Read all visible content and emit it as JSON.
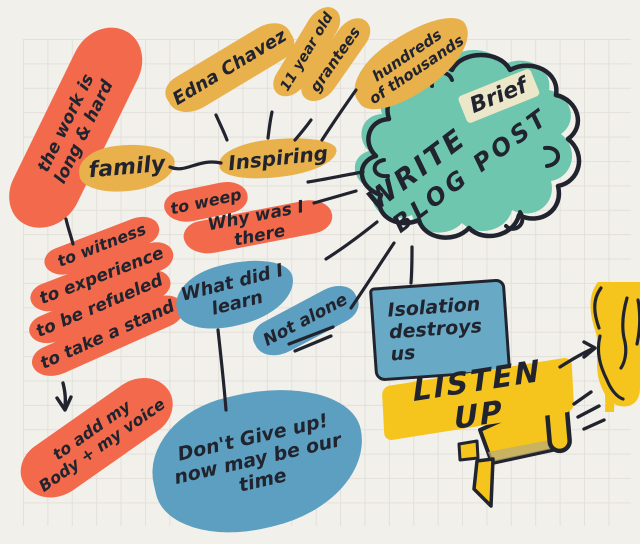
{
  "palette": {
    "background": "#f2f0eb",
    "grid_line": "#e3e0da",
    "ink": "#21242e",
    "coral": "#f26a4b",
    "mustard": "#e9b14c",
    "teal": "#6ec6ae",
    "blue": "#5d9fc0",
    "bright_yellow": "#f5c51e",
    "cream_highlight": "#ebe7c8"
  },
  "center_topic": {
    "word_1": "WRITE",
    "word_2": "Brief",
    "word_3": "BLOG POST"
  },
  "nodes": {
    "work": "the work is\nlong & hard",
    "edna": "Edna Chavez",
    "age": "11 year old",
    "grantees": "grantees",
    "hundreds": "hundreds\nof thousands",
    "family": "family",
    "inspiring": "Inspiring",
    "weep": "to weep",
    "why_there": "Why was I there",
    "witness": "to witness",
    "experience": "to experience",
    "refueled": "to be refueled",
    "stand": "to take a stand",
    "add_body": "to add my\nBody + my voice",
    "learn": "What did I\nlearn",
    "not_alone": "Not alone",
    "dont_give_up": "Don't Give up!\nnow may be our\ntime",
    "isolation": "Isolation\ndestroys\nus",
    "listen_up": "LISTEN UP"
  },
  "icons": {
    "cloud": "cloud-bubble",
    "megaphone": "megaphone",
    "arrow_right": "arrow-right",
    "arrow_down": "arrow-down",
    "sound_lines": "sound-lines",
    "figure": "yellow-figure"
  }
}
